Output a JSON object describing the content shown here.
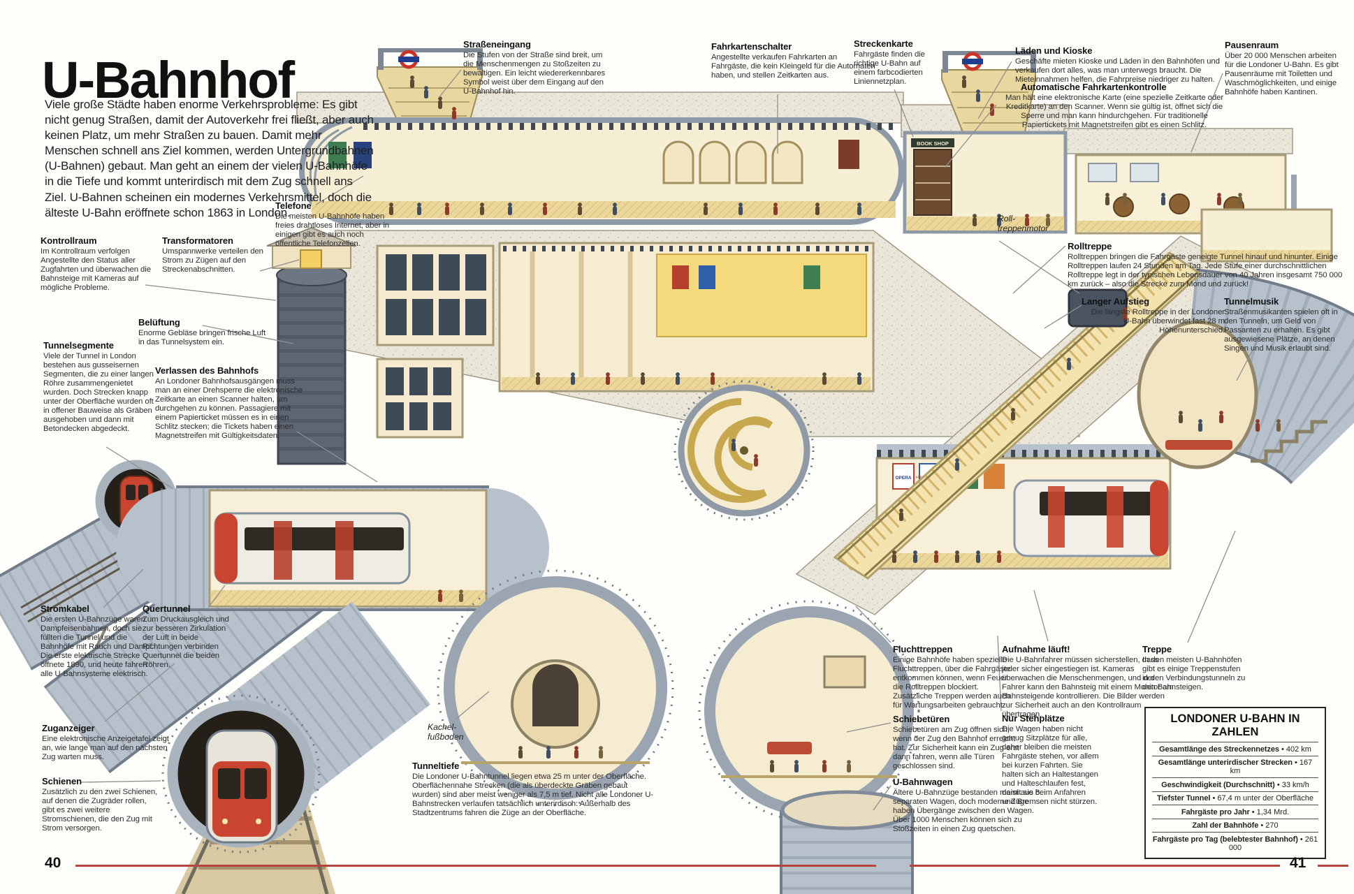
{
  "page": {
    "title": "U-Bahnhof",
    "intro": "Viele große Städte haben enorme Verkehrsprobleme: Es gibt nicht genug Straßen, damit der Autoverkehr frei fließt, aber auch keinen Platz, um mehr Straßen zu bauen. Damit mehr Menschen schnell ans Ziel kommen, werden Untergrundbahnen (U-Bahnen) gebaut. Man geht an einem der vielen U-Bahnhöfe in die Tiefe und kommt unterirdisch mit dem Zug schnell ans Ziel. U-Bahnen scheinen ein modernes Verkehrsmittel, doch die älteste U-Bahn eröffnete schon 1863 in London.",
    "left_page_number": "40",
    "right_page_number": "41"
  },
  "callouts": [
    {
      "id": "strasseneingang",
      "title": "Straßeneingang",
      "body": "Die Stufen von der Straße sind breit, um die Menschenmengen zu Stoßzeiten zu bewältigen. Ein leicht wiedererkennbares Symbol weist über dem Eingang auf den U-Bahnhof hin."
    },
    {
      "id": "fahrkartenschalter",
      "title": "Fahrkartenschalter",
      "body": "Angestellte verkaufen Fahrkarten an Fahrgäste, die kein Kleingeld für die Automaten haben, und stellen Zeitkarten aus."
    },
    {
      "id": "streckenkarte",
      "title": "Streckenkarte",
      "body": "Fahrgäste finden die richtige U-Bahn auf einem farbcodierten Liniennetzplan."
    },
    {
      "id": "laeden-und-kioske",
      "title": "Läden und Kioske",
      "body": "Geschäfte mieten Kioske und Läden in den Bahnhöfen und verkaufen dort alles, was man unterwegs braucht. Die Mieteinnahmen helfen, die Fahrpreise niedriger zu halten."
    },
    {
      "id": "automatische-fahrkartenkontrolle",
      "title": "Automatische Fahrkartenkontrolle",
      "body": "Man hält eine elektronische Karte (eine spezielle Zeitkarte oder Kreditkarte) an den Scanner. Wenn sie gültig ist, öffnet sich die Sperre und man kann hindurchgehen. Für traditionelle Papiertickets mit Magnetstreifen gibt es einen Schlitz."
    },
    {
      "id": "pausenraum",
      "title": "Pausenraum",
      "body": "Über 20 000 Menschen arbeiten für die Londoner U-Bahn. Es gibt Pausenräume mit Toiletten und Waschmöglichkeiten, und einige Bahnhöfe haben Kantinen."
    },
    {
      "id": "telefone",
      "title": "Telefone",
      "body": "Die meisten U-Bahnhöfe haben freies drahtloses Internet, aber in einigen gibt es auch noch öffentliche Telefonzellen."
    },
    {
      "id": "kontrollraum",
      "title": "Kontrollraum",
      "body": "Im Kontrollraum verfolgen Angestellte den Status aller Zugfahrten und überwachen die Bahnsteige mit Kameras auf mögliche Probleme."
    },
    {
      "id": "transformatoren",
      "title": "Transformatoren",
      "body": "Umspannwerke verteilen den Strom zu Zügen auf den Streckenabschnitten."
    },
    {
      "id": "belueftung",
      "title": "Belüftung",
      "body": "Enorme Gebläse bringen frische Luft in das Tunnelsystem ein."
    },
    {
      "id": "tunnelsegmente",
      "title": "Tunnelsegmente",
      "body": "Viele der Tunnel in London bestehen aus gusseisernen Segmenten, die zu einer langen Röhre zusammengenietet wurden. Doch Strecken knapp unter der Oberfläche wurden oft in offener Bauweise als Gräben ausgehoben und dann mit Betondecken abgedeckt."
    },
    {
      "id": "verlassen-des-bahnhofs",
      "title": "Verlassen des Bahnhofs",
      "body": "An Londoner Bahnhofsausgängen muss man an einer Drehsperre die elektronische Zeitkarte an einen Scanner halten, um durchgehen zu können. Passagiere mit einem Papierticket müssen es in einen Schlitz stecken; die Tickets haben einen Magnetstreifen mit Gültigkeitsdaten."
    },
    {
      "id": "rolltreppenmotor",
      "title": "Roll- treppenmotor",
      "body": ""
    },
    {
      "id": "rolltreppe",
      "title": "Rolltreppe",
      "body": "Rolltreppen bringen die Fahrgäste geneigte Tunnel hinauf und hinunter. Einige Rolltreppen laufen 24 Stunden am Tag. Jede Stufe einer durchschnittlichen Rolltreppe legt in der typischen Lebensdauer von 40 Jahren insgesamt 750 000 km zurück – also die Strecke zum Mond und zurück!"
    },
    {
      "id": "langer-aufstieg",
      "title": "Langer Aufstieg",
      "body": "Die längste Rolltreppe in der Londoner U-Bahn überwindet fast 28 m Höhenunterschied."
    },
    {
      "id": "tunnelmusik",
      "title": "Tunnelmusik",
      "body": "Straßenmusikanten spielen oft in den Tunneln, um Geld von Passanten zu erhalten. Es gibt ausgewiesene Plätze, an denen Singen und Musik erlaubt sind."
    },
    {
      "id": "stromkabel",
      "title": "Stromkabel",
      "body": "Die ersten U-Bahnzüge waren Dampfeisenbahnen, doch sie füllten die Tunnel und die Bahnhöfe mit Rauch und Dampf. Die erste elektrische Strecke öffnete 1890, und heute fahren alle U-Bahnsysteme elektrisch."
    },
    {
      "id": "quertunnel",
      "title": "Quertunnel",
      "body": "Zum Druckausgleich und zur besseren Zirkulation der Luft in beide Richtungen verbinden Quertunnel die beiden Röhren."
    },
    {
      "id": "zuganzeiger",
      "title": "Zuganzeiger",
      "body": "Eine elektronische Anzeigetafel zeigt an, wie lange man auf den nächsten Zug warten muss."
    },
    {
      "id": "schienen",
      "title": "Schienen",
      "body": "Zusätzlich zu den zwei Schienen, auf denen die Zugräder rollen, gibt es zwei weitere Stromschienen, die den Zug mit Strom versorgen."
    },
    {
      "id": "kachelfussboden",
      "title": "Kachel- fußboden",
      "body": ""
    },
    {
      "id": "tunneltiefe",
      "title": "Tunneltiefe",
      "body": "Die Londoner U-Bahntunnel liegen etwa 25 m unter der Oberfläche. Oberflächennahe Strecken (die als überdeckte Gräben gebaut wurden) sind aber meist weniger als 7,5 m tief. Nicht alle Londoner U-Bahnstrecken verlaufen tatsächlich unterirdisch: Außerhalb des Stadtzentrums fahren die Züge an der Oberfläche."
    },
    {
      "id": "fluchttreppen",
      "title": "Fluchttreppen",
      "body": "Einige Bahnhöfe haben spezielle Fluchttreppen, über die Fahrgäste entkommen können, wenn Feuer die Rolltreppen blockiert. Zusätzliche Treppen werden auch für Wartungsarbeiten gebraucht."
    },
    {
      "id": "schiebetueren",
      "title": "Schiebetüren",
      "body": "Schiebetüren am Zug öffnen sich, wenn der Zug den Bahnhof erreicht hat. Zur Sicherheit kann ein Zug erst dann fahren, wenn alle Türen geschlossen sind."
    },
    {
      "id": "u-bahnwagen",
      "title": "U-Bahnwagen",
      "body": "Ältere U-Bahnzüge bestanden meist aus 8 separaten Wagen, doch moderne Züge haben Übergänge zwischen den Wagen. Über 1000 Menschen können sich zu Stoßzeiten in einen Zug quetschen."
    },
    {
      "id": "aufnahme-laeuft",
      "title": "Aufnahme läuft!",
      "body": "Die U-Bahnfahrer müssen sicherstellen, dass jeder sicher eingestiegen ist. Kameras überwachen die Menschenmengen, und der Fahrer kann den Bahnsteig mit einem Monitor am Bahnsteigende kontrollieren. Die Bilder werden zur Sicherheit auch an den Kontrollraum übertragen."
    },
    {
      "id": "nur-stehplaetze",
      "title": "Nur Stehplätze",
      "body": "Die Wagen haben nicht genug Sitzplätze für alle, daher bleiben die meisten Fahrgäste stehen, vor allem bei kurzen Fahrten. Sie halten sich an Haltestangen und Halteschlaufen fest, damit sie beim Anfahren und Bremsen nicht stürzen."
    },
    {
      "id": "treppe",
      "title": "Treppe",
      "body": "In den meisten U-Bahnhöfen gibt es einige Treppenstufen in den Verbindungstunneln zu den Bahnsteigen."
    }
  ],
  "stats_box": {
    "title": "LONDONER U-BAHN IN ZAHLEN",
    "separator": "•",
    "rows": [
      {
        "label": "Gesamtlänge des Streckennetzes",
        "value": "402 km"
      },
      {
        "label": "Gesamtlänge unterirdischer Strecken",
        "value": "167 km"
      },
      {
        "label": "Geschwindigkeit (Durchschnitt)",
        "value": "33 km/h"
      },
      {
        "label": "Tiefster Tunnel",
        "value": "67,4 m unter der Oberfläche"
      },
      {
        "label": "Fahrgäste pro Jahr",
        "value": "1,34 Mrd."
      },
      {
        "label": "Zahl der Bahnhöfe",
        "value": "270"
      },
      {
        "label": "Fahrgäste pro Tag (belebtester Bahnhof)",
        "value": "261 000"
      }
    ]
  },
  "art_labels": {
    "book_shop": "BOOK SHOP",
    "opera": "OPERA",
    "ad_poster": "HAVE A SHORT SPOT"
  },
  "colors": {
    "accent_rule": "#b5443e",
    "roundel_red": "#cc3328",
    "roundel_blue": "#1d3d8f",
    "tunnel_steel": "#b7c1cb",
    "hall_cream": "#f7eed6",
    "floor_yellow": "#ecd79b",
    "train_red": "#c9452f"
  }
}
